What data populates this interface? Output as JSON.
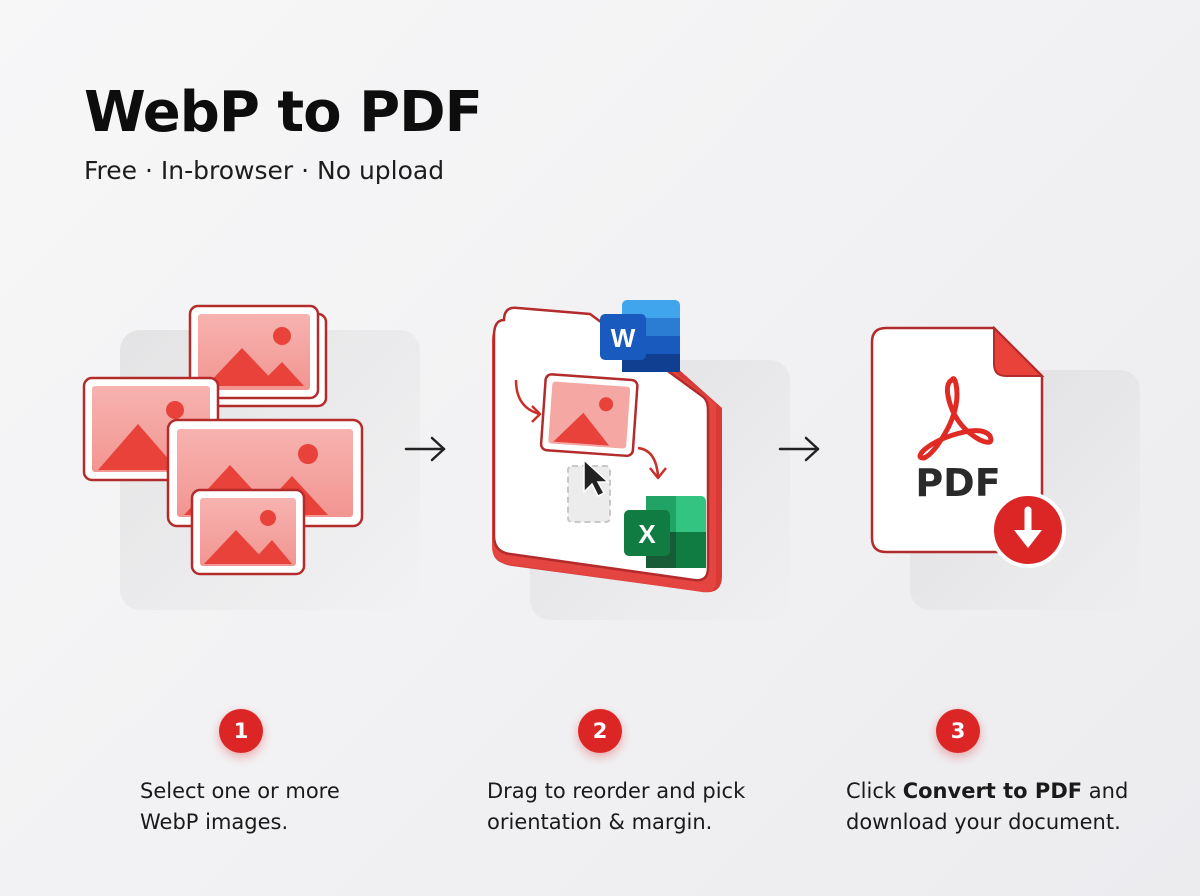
{
  "header": {
    "title": "WebP to PDF",
    "subtitle": "Free · In-browser · No upload"
  },
  "steps": [
    {
      "number": "1",
      "line1": "Select one or more",
      "line2": "WebP images."
    },
    {
      "number": "2",
      "line1": "Drag to reorder and pick",
      "line2": "orientation & margin."
    },
    {
      "number": "3",
      "line1_prefix": "Click ",
      "line1_bold": "Convert to PDF",
      "line1_suffix": " and",
      "line2": "download your document."
    }
  ],
  "illustration": {
    "word_letter": "W",
    "excel_letter": "X",
    "pdf_label": "PDF"
  },
  "colors": {
    "accent": "#dc2626",
    "accent_light": "#f4a0a0",
    "word_blue": "#2b579a",
    "excel_green": "#1e7145"
  },
  "icons": [
    "image-stack-icon",
    "arrow-right-icon",
    "reorder-board-icon",
    "word-icon",
    "excel-icon",
    "pdf-document-icon",
    "acrobat-icon",
    "download-icon"
  ]
}
